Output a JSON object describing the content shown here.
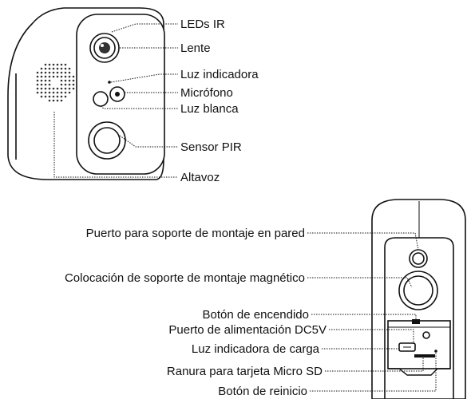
{
  "front_labels": {
    "leds_ir": "LEDs IR",
    "lente": "Lente",
    "luz_indicadora": "Luz indicadora",
    "microfono": "Micrófono",
    "luz_blanca": "Luz blanca",
    "sensor_pir": "Sensor PIR",
    "altavoz": "Altavoz"
  },
  "back_labels": {
    "puerto_pared": "Puerto para soporte de montaje en pared",
    "soporte_magnetico": "Colocación de soporte de montaje magnético",
    "boton_encendido": "Botón de encendido",
    "puerto_alimentacion": "Puerto de alimentación DC5V",
    "luz_carga": "Luz indicadora de carga",
    "ranura_sd": "Ranura para tarjeta Micro SD",
    "boton_reinicio": "Botón de reinicio"
  },
  "colors": {
    "line": "#111111",
    "body": "#ffffff",
    "lens_dark": "#222222"
  }
}
